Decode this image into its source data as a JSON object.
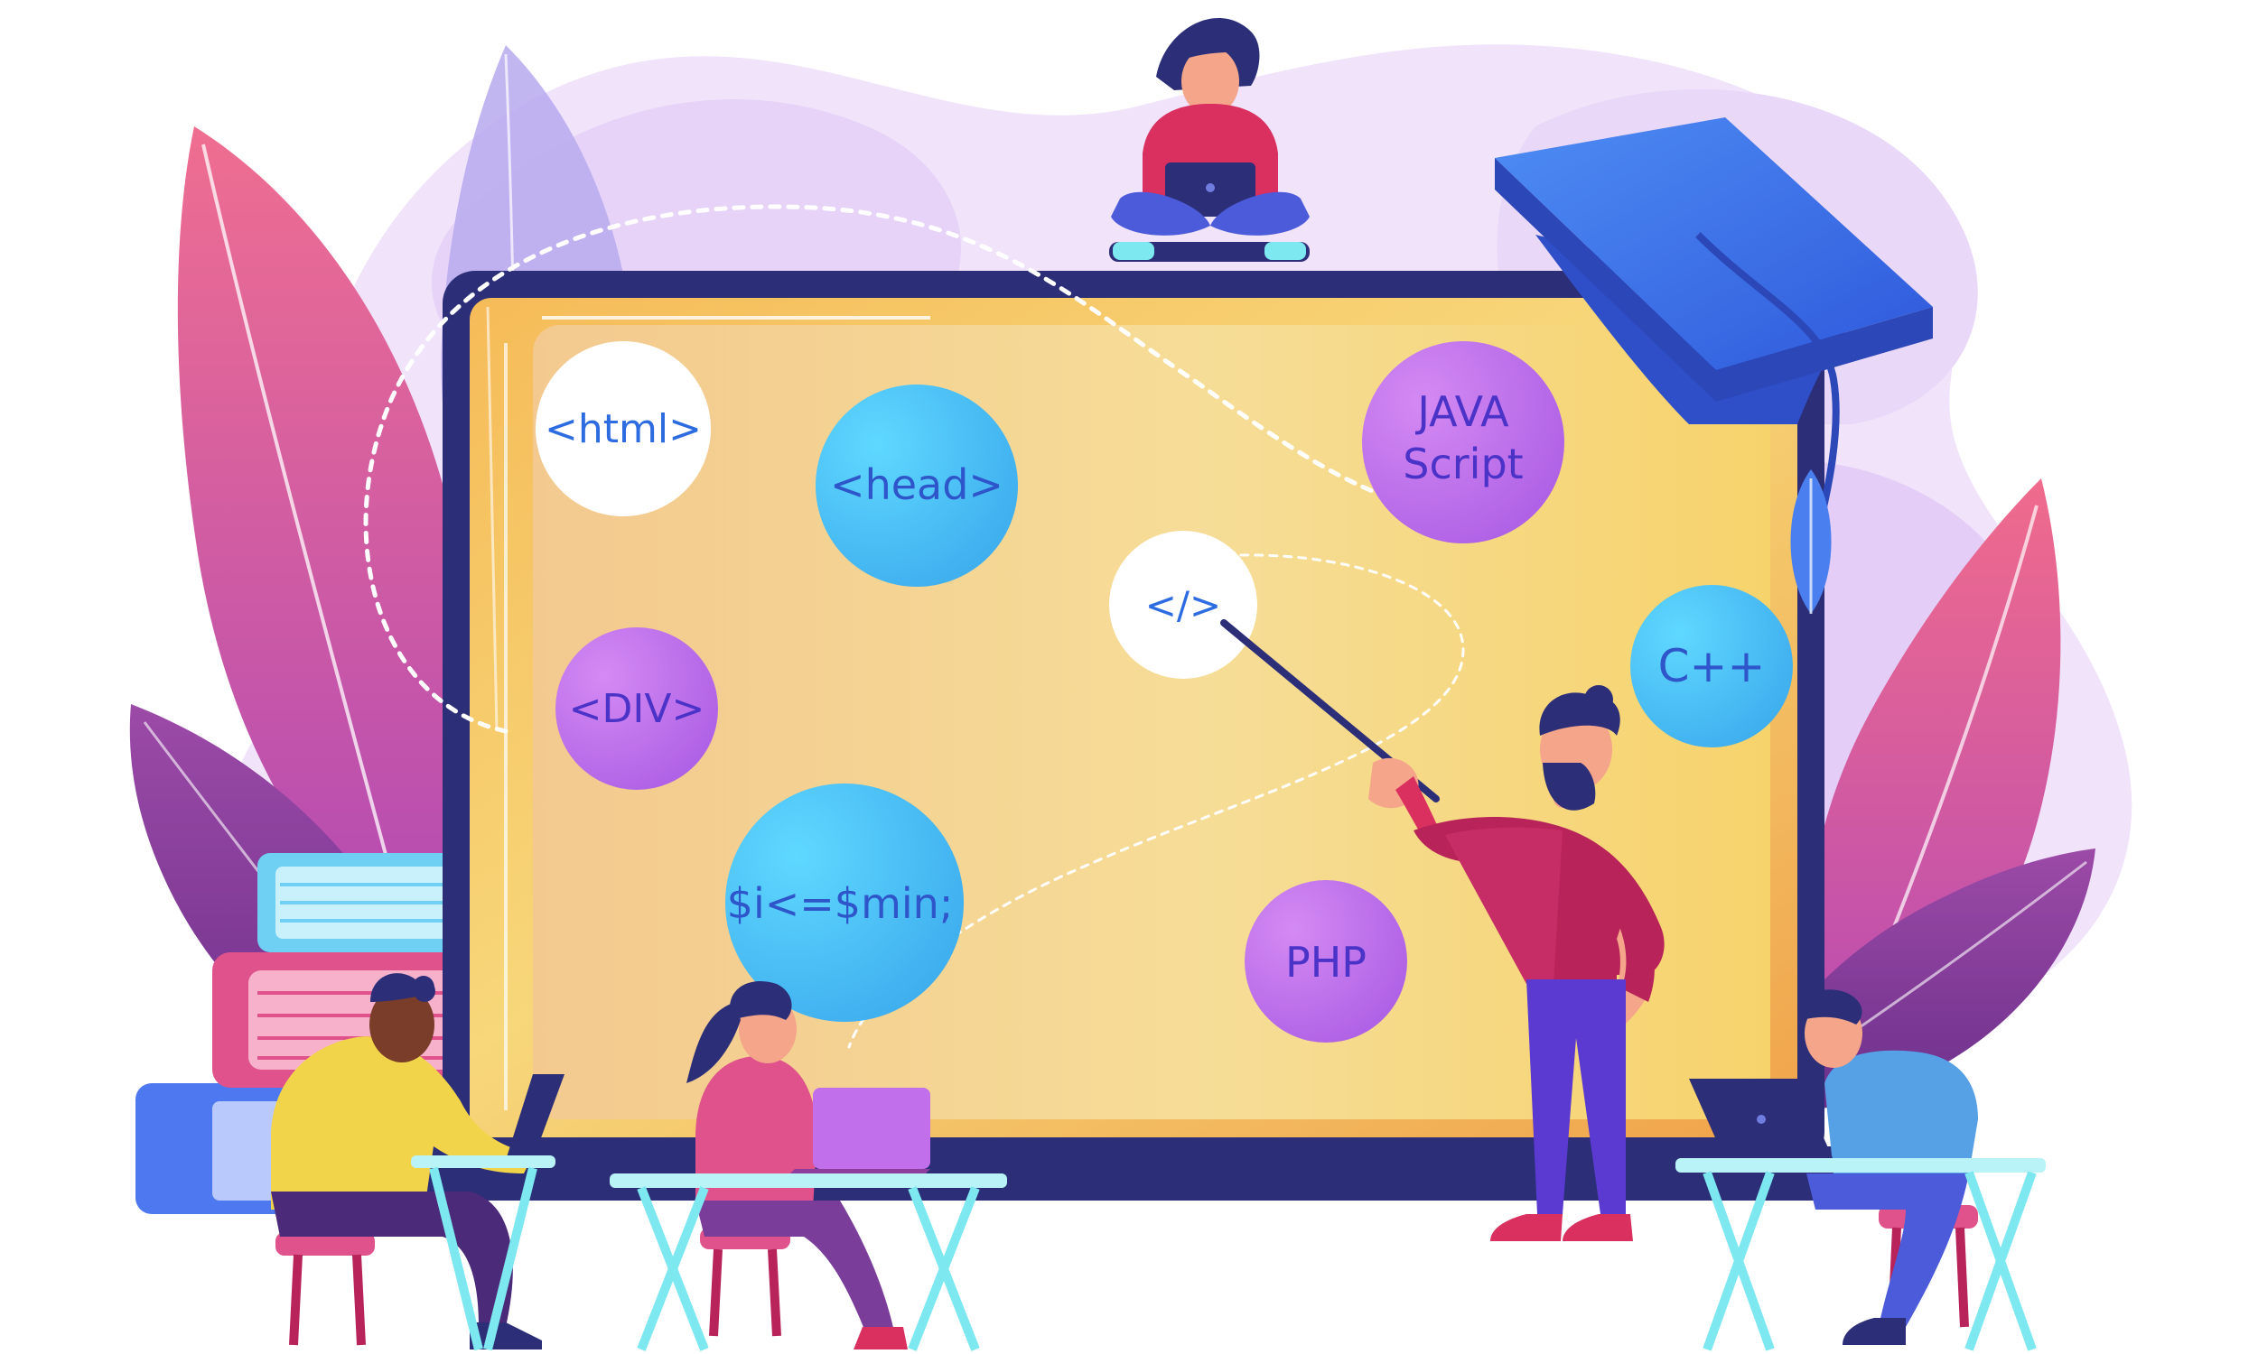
{
  "illustration": {
    "bubbles": [
      {
        "id": "html",
        "text": "<html>",
        "style": "white"
      },
      {
        "id": "head",
        "text": "<head>",
        "style": "blue"
      },
      {
        "id": "javascript",
        "line1": "JAVA",
        "line2": "Script",
        "style": "purple"
      },
      {
        "id": "code",
        "text": "</>",
        "style": "white"
      },
      {
        "id": "div",
        "text": "<DIV>",
        "style": "purple"
      },
      {
        "id": "cpp",
        "text": "C++",
        "style": "blue"
      },
      {
        "id": "php_var",
        "text": "$i<=$min;",
        "style": "blue"
      },
      {
        "id": "php",
        "text": "PHP",
        "style": "purple"
      }
    ]
  },
  "colors": {
    "screen_frame": "#2c2f78",
    "screen_gold": "#f7c243",
    "screen_orange": "#f0a34a",
    "bubble_blue": "#47c3f2",
    "bubble_purple": "#c16fea",
    "text_blue": "#2d6be0",
    "text_purple": "#5a3ad1",
    "leaf_pink": "#e6527a",
    "leaf_purple": "#8d3d9d",
    "blob_lavender": "#eadcf6",
    "cap_blue": "#3b6ee8",
    "desk_cyan": "#7ee8f0"
  }
}
